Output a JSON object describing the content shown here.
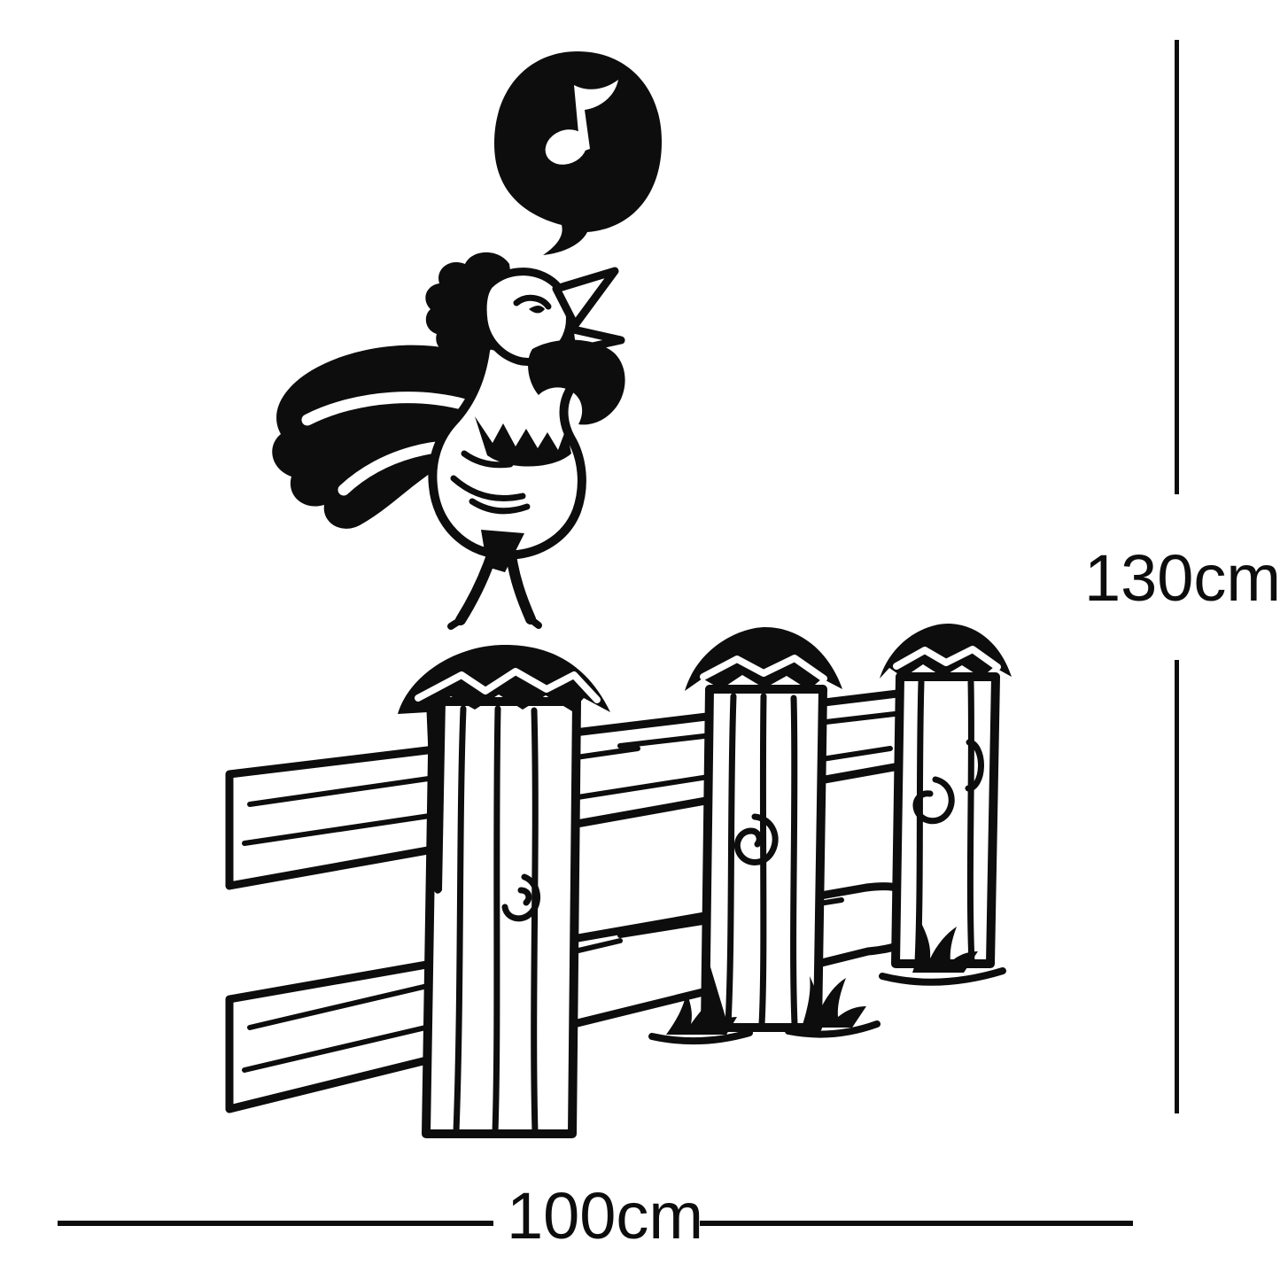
{
  "canvas": {
    "background": "#ffffff",
    "ink_color": "#0d0d0d"
  },
  "artwork": {
    "name": "Crowing rooster on wooden fence wall decal",
    "parts": {
      "speech_bubble": "speech-bubble-icon",
      "music_note": "music-note-icon",
      "rooster": "crowing-rooster-illustration",
      "fence": "three-post-rail-fence-illustration",
      "grass": "grass-tufts"
    }
  },
  "dimensions": {
    "height": {
      "label": "130cm"
    },
    "width": {
      "label": "100cm"
    }
  }
}
